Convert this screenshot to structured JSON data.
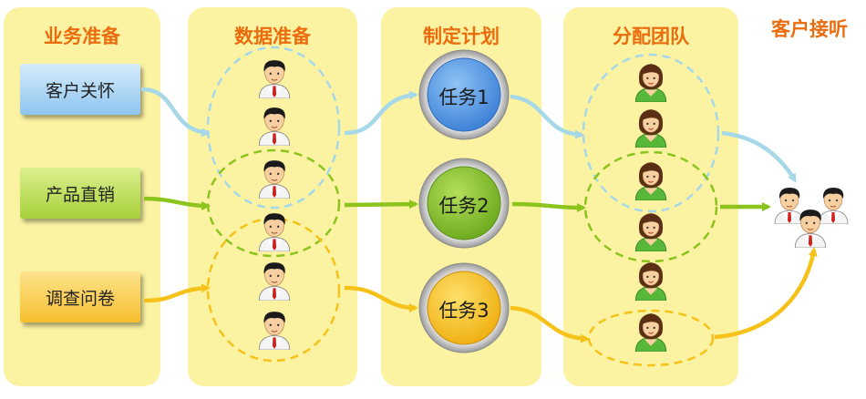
{
  "columns": [
    {
      "id": "business",
      "title": "业务准备"
    },
    {
      "id": "data",
      "title": "数据准备"
    },
    {
      "id": "plan",
      "title": "制定计划"
    },
    {
      "id": "team",
      "title": "分配团队"
    },
    {
      "id": "customer",
      "title": "客户接听"
    }
  ],
  "sources": [
    {
      "label": "客户关怀",
      "color": "#a8d4f5"
    },
    {
      "label": "产品直销",
      "color": "#b6dd4c"
    },
    {
      "label": "调查问卷",
      "color": "#fbc843"
    }
  ],
  "tasks": [
    {
      "label": "任务1",
      "color": "#4a8fe0"
    },
    {
      "label": "任务2",
      "color": "#7cb82a"
    },
    {
      "label": "任务3",
      "color": "#f2b718"
    }
  ],
  "colors": {
    "blue": "#a6d8e8",
    "green": "#8cc31c",
    "orange": "#f6c21a",
    "title": "#ea6c0d"
  },
  "icons": {
    "male": "male-avatar-icon",
    "female": "female-avatar-icon",
    "group": "customer-group-icon"
  }
}
